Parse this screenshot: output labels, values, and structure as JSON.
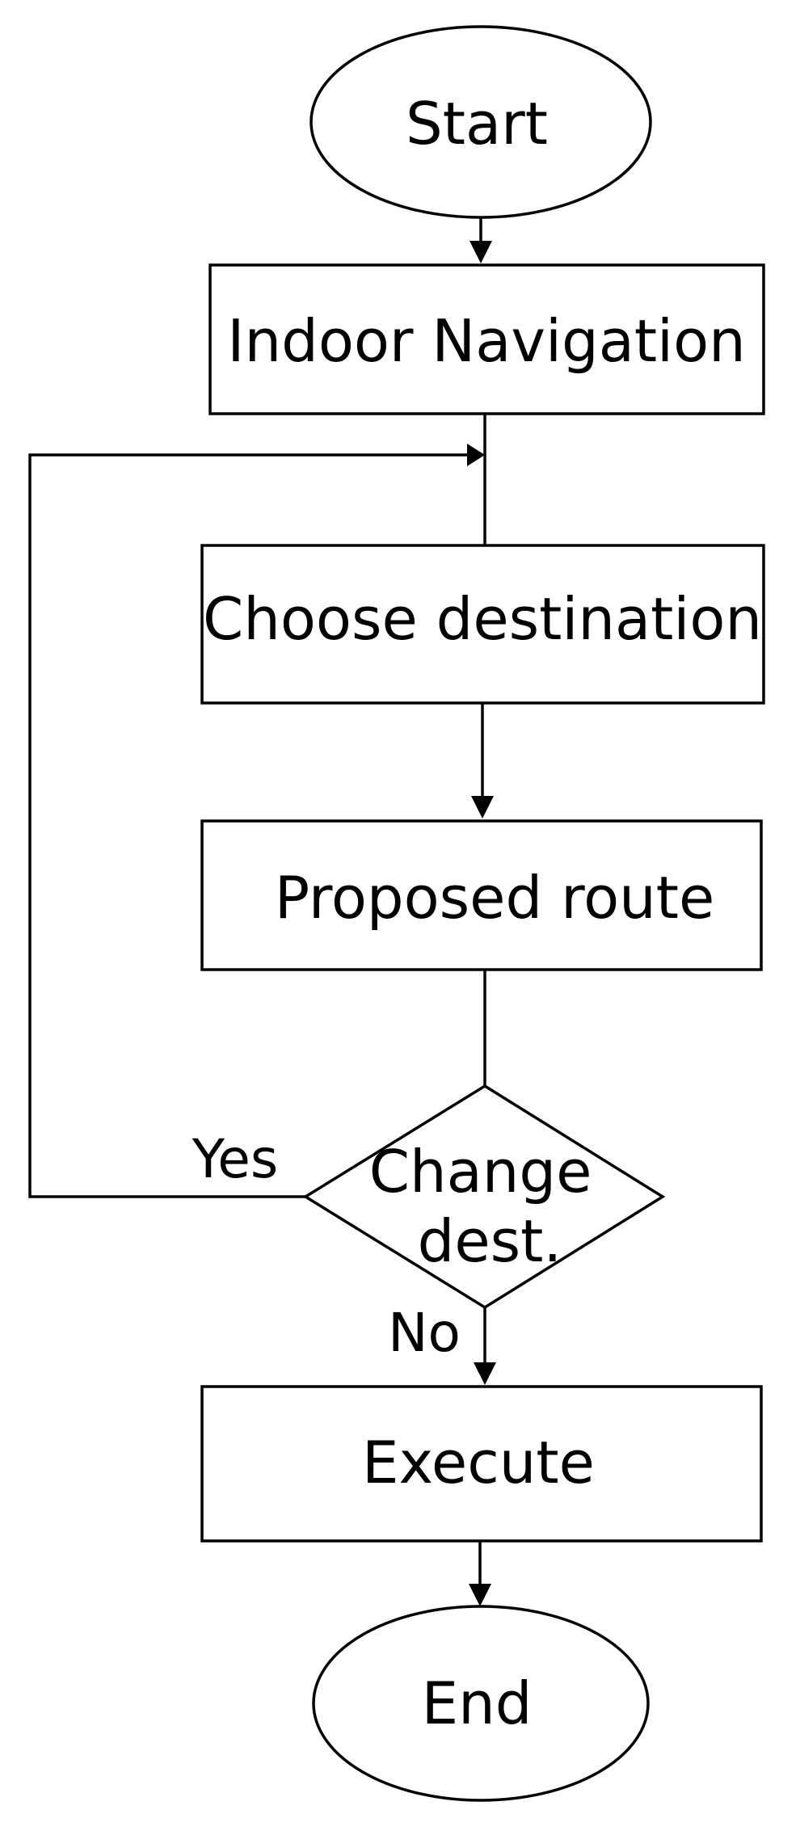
{
  "nodes": {
    "start": "Start",
    "indoor_navigation": "Indoor Navigation",
    "choose_destination": "Choose destination",
    "proposed_route": "Proposed route",
    "change_dest_line1": "Change",
    "change_dest_line2": "dest.",
    "execute": "Execute",
    "end": "End"
  },
  "edges": {
    "yes": "Yes",
    "no": "No"
  }
}
